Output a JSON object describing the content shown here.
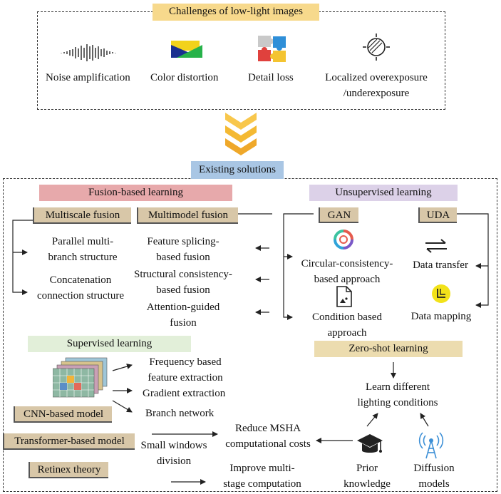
{
  "challenges": {
    "title": "Challenges of low-light images",
    "items": [
      {
        "label": "Noise amplification",
        "icon": "waveform-icon"
      },
      {
        "label": "Color distortion",
        "icon": "color-distortion-icon"
      },
      {
        "label": "Detail loss",
        "icon": "puzzle-icon"
      },
      {
        "label_line1": "Localized overexposure",
        "label_line2": "/underexposure",
        "icon": "exposure-icon"
      }
    ]
  },
  "existing_solutions": {
    "title": "Existing solutions"
  },
  "fusion": {
    "title": "Fusion-based learning",
    "multiscale": "Multiscale fusion",
    "multimodel": "Multimodel fusion",
    "left_items": [
      {
        "line1": "Parallel multi-",
        "line2": "branch structure"
      },
      {
        "line1": "Concatenation",
        "line2": "connection structure"
      }
    ],
    "right_items": [
      {
        "line1": "Feature splicing-",
        "line2": "based fusion"
      },
      {
        "line1": "Structural consistency-",
        "line2": "based fusion"
      },
      {
        "line1": "Attention-guided",
        "line2": "fusion"
      }
    ]
  },
  "unsupervised": {
    "title": "Unsupervised learning",
    "gan": "GAN",
    "uda": "UDA",
    "gan_items": [
      {
        "line1": "Circular-consistency-",
        "line2": "based approach"
      },
      {
        "line1": "Condition based",
        "line2": "approach"
      }
    ],
    "uda_items": [
      "Data transfer",
      "Data mapping"
    ]
  },
  "supervised": {
    "title": "Supervised learning",
    "cnn": "CNN-based model",
    "transformer": "Transformer-based model",
    "retinex": "Retinex theory",
    "cnn_items": [
      {
        "line1": "Frequency based",
        "line2": "feature extraction"
      },
      {
        "line1": "Gradient extraction",
        "line2": ""
      },
      {
        "line1": "Branch network",
        "line2": ""
      }
    ],
    "transformer_note": {
      "line1": "Small windows",
      "line2": "division"
    },
    "transformer_result": {
      "line1": "Reduce MSHA",
      "line2": "computational costs"
    },
    "retinex_result": {
      "line1": "Improve multi-",
      "line2": "stage computation"
    }
  },
  "zero_shot": {
    "title": "Zero-shot learning",
    "learn": {
      "line1": "Learn different",
      "line2": "lighting conditions"
    },
    "prior": {
      "line1": "Prior",
      "line2": "knowledge"
    },
    "diffusion": {
      "line1": "Diffusion",
      "line2": "models"
    }
  },
  "colors": {
    "challenges_title_bg": "#f7d98c",
    "existing_title_bg": "#a9c6e4",
    "fusion_title_bg": "#e7a9ab",
    "unsupervised_title_bg": "#dcd1e8",
    "supervised_title_bg": "#e2efd9",
    "zero_shot_title_bg": "#ecdcaf",
    "model_box_bg": "#d8c7a8",
    "arrow_yellow": "#f4b932"
  }
}
